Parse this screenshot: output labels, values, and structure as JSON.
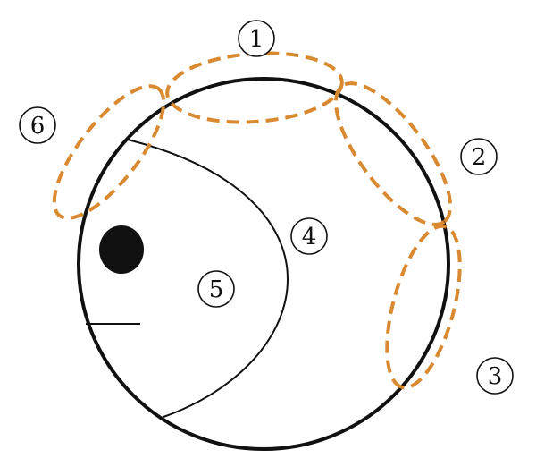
{
  "colors": {
    "outline": "#111111",
    "dashed_regions": "#D9892F",
    "background": "#ffffff"
  },
  "labels": [
    {
      "id": "region-1",
      "text": "1"
    },
    {
      "id": "region-2",
      "text": "2"
    },
    {
      "id": "region-3",
      "text": "3"
    },
    {
      "id": "region-4",
      "text": "4"
    },
    {
      "id": "region-5",
      "text": "5"
    },
    {
      "id": "region-6",
      "text": "6"
    }
  ]
}
